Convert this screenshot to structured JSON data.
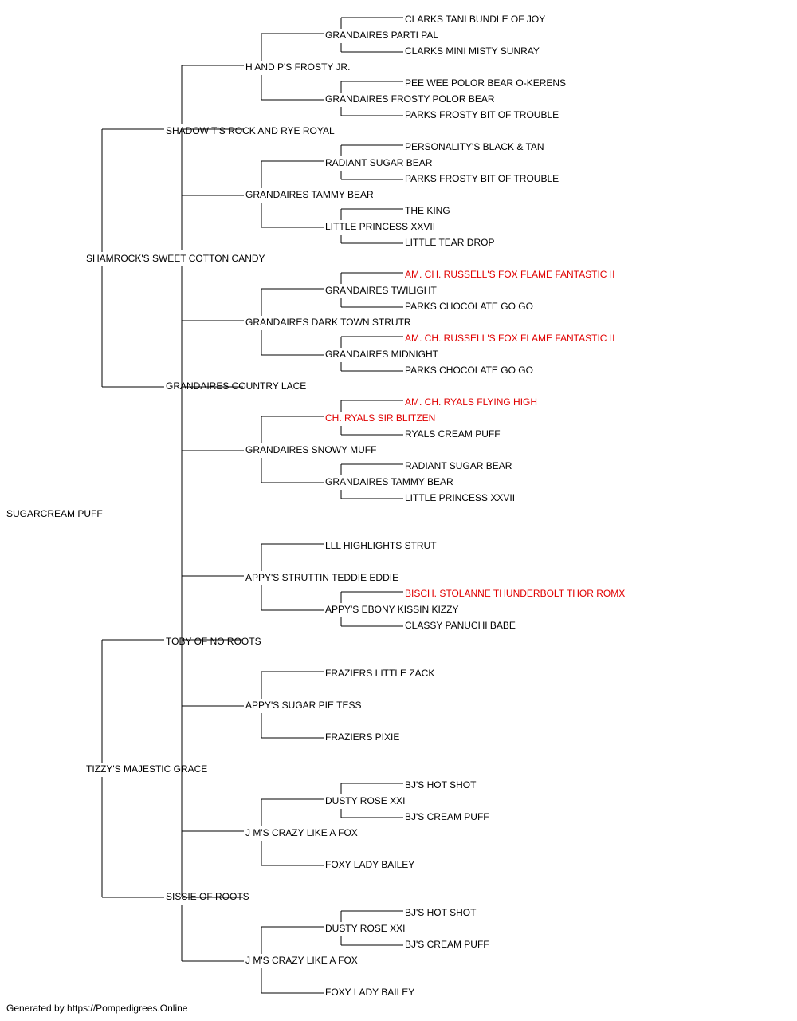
{
  "subject": "SUGARCREAM PUFF",
  "footer": "Generated by https://Pompedigrees.Online",
  "colors": {
    "line": "#000000",
    "text": "#000000",
    "champion": "#e00000"
  },
  "ancestors": [
    {
      "gen": 1,
      "row": 1,
      "name": "SHAMROCK'S SWEET COTTON CANDY"
    },
    {
      "gen": 2,
      "row": 1,
      "name": "SHADOW T'S ROCK AND RYE ROYAL"
    },
    {
      "gen": 3,
      "row": 1,
      "name": "H AND P'S FROSTY JR."
    },
    {
      "gen": 4,
      "row": 1,
      "name": "GRANDAIRES PARTI PAL"
    },
    {
      "gen": 5,
      "row": 1,
      "name": "CLARKS TANI BUNDLE OF JOY"
    },
    {
      "gen": 5,
      "row": 2,
      "name": "CLARKS MINI MISTY SUNRAY"
    },
    {
      "gen": 4,
      "row": 2,
      "name": "GRANDAIRES FROSTY POLOR BEAR"
    },
    {
      "gen": 5,
      "row": 3,
      "name": "PEE WEE POLOR BEAR O-KERENS"
    },
    {
      "gen": 5,
      "row": 4,
      "name": "PARKS FROSTY BIT OF TROUBLE"
    },
    {
      "gen": 3,
      "row": 2,
      "name": "GRANDAIRES TAMMY BEAR"
    },
    {
      "gen": 4,
      "row": 3,
      "name": "RADIANT SUGAR BEAR"
    },
    {
      "gen": 5,
      "row": 5,
      "name": "PERSONALITY'S BLACK & TAN"
    },
    {
      "gen": 5,
      "row": 6,
      "name": "PARKS FROSTY BIT OF TROUBLE"
    },
    {
      "gen": 4,
      "row": 4,
      "name": "LITTLE PRINCESS XXVII"
    },
    {
      "gen": 5,
      "row": 7,
      "name": "THE KING"
    },
    {
      "gen": 5,
      "row": 8,
      "name": "LITTLE TEAR DROP"
    },
    {
      "gen": 2,
      "row": 2,
      "name": "GRANDAIRES COUNTRY LACE"
    },
    {
      "gen": 3,
      "row": 3,
      "name": "GRANDAIRES DARK TOWN STRUTR"
    },
    {
      "gen": 4,
      "row": 5,
      "name": "GRANDAIRES TWILIGHT"
    },
    {
      "gen": 5,
      "row": 9,
      "name": "AM. CH. RUSSELL'S FOX FLAME FANTASTIC II",
      "champion": true
    },
    {
      "gen": 5,
      "row": 10,
      "name": "PARKS CHOCOLATE GO GO"
    },
    {
      "gen": 4,
      "row": 6,
      "name": "GRANDAIRES MIDNIGHT"
    },
    {
      "gen": 5,
      "row": 11,
      "name": "AM. CH. RUSSELL'S FOX FLAME FANTASTIC II",
      "champion": true
    },
    {
      "gen": 5,
      "row": 12,
      "name": "PARKS CHOCOLATE GO GO"
    },
    {
      "gen": 3,
      "row": 4,
      "name": "GRANDAIRES SNOWY MUFF"
    },
    {
      "gen": 4,
      "row": 7,
      "name": "CH. RYALS SIR BLITZEN",
      "champion": true
    },
    {
      "gen": 5,
      "row": 13,
      "name": "AM. CH. RYALS FLYING HIGH",
      "champion": true
    },
    {
      "gen": 5,
      "row": 14,
      "name": "RYALS CREAM PUFF"
    },
    {
      "gen": 4,
      "row": 8,
      "name": "GRANDAIRES TAMMY BEAR"
    },
    {
      "gen": 5,
      "row": 15,
      "name": "RADIANT SUGAR BEAR"
    },
    {
      "gen": 5,
      "row": 16,
      "name": "LITTLE PRINCESS XXVII"
    },
    {
      "gen": 1,
      "row": 2,
      "name": "TIZZY'S MAJESTIC GRACE"
    },
    {
      "gen": 2,
      "row": 3,
      "name": "TOBY OF NO ROOTS"
    },
    {
      "gen": 3,
      "row": 5,
      "name": "APPY'S STRUTTIN TEDDIE EDDIE"
    },
    {
      "gen": 4,
      "row": 9,
      "name": "LLL HIGHLIGHTS STRUT"
    },
    {
      "gen": 4,
      "row": 10,
      "name": "APPY'S EBONY KISSIN KIZZY"
    },
    {
      "gen": 5,
      "row": 19,
      "name": "BISCH. STOLANNE THUNDERBOLT THOR ROMX",
      "champion": true
    },
    {
      "gen": 5,
      "row": 20,
      "name": "CLASSY PANUCHI BABE"
    },
    {
      "gen": 3,
      "row": 6,
      "name": "APPY'S SUGAR PIE TESS"
    },
    {
      "gen": 4,
      "row": 11,
      "name": "FRAZIERS LITTLE ZACK"
    },
    {
      "gen": 4,
      "row": 12,
      "name": "FRAZIERS PIXIE"
    },
    {
      "gen": 2,
      "row": 4,
      "name": "SISSIE OF ROOTS"
    },
    {
      "gen": 3,
      "row": 7,
      "name": "J M'S CRAZY LIKE A FOX"
    },
    {
      "gen": 4,
      "row": 13,
      "name": "DUSTY ROSE XXI"
    },
    {
      "gen": 5,
      "row": 25,
      "name": "BJ'S HOT SHOT"
    },
    {
      "gen": 5,
      "row": 26,
      "name": "BJ'S CREAM PUFF"
    },
    {
      "gen": 4,
      "row": 14,
      "name": "FOXY LADY BAILEY"
    },
    {
      "gen": 3,
      "row": 8,
      "name": "J M'S CRAZY LIKE A FOX"
    },
    {
      "gen": 4,
      "row": 15,
      "name": "DUSTY ROSE XXI"
    },
    {
      "gen": 5,
      "row": 29,
      "name": "BJ'S HOT SHOT"
    },
    {
      "gen": 5,
      "row": 30,
      "name": "BJ'S CREAM PUFF"
    },
    {
      "gen": 4,
      "row": 16,
      "name": "FOXY LADY BAILEY"
    }
  ]
}
